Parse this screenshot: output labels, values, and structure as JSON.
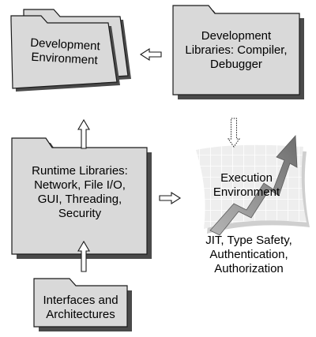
{
  "diagram": {
    "nodes": {
      "development_environment": {
        "lines": [
          "Development",
          "Environment"
        ]
      },
      "development_libraries": {
        "lines": [
          "Development",
          "Libraries: Compiler,",
          "Debugger"
        ]
      },
      "runtime_libraries": {
        "lines": [
          "Runtime Libraries:",
          "Network, File I/O,",
          "GUI, Threading,",
          "Security"
        ]
      },
      "execution_environment": {
        "lines": [
          "Execution",
          "Environment"
        ],
        "caption_lines": [
          "JIT, Type Safety,",
          "Authentication,",
          "Authorization"
        ]
      },
      "interfaces_architectures": {
        "lines": [
          "Interfaces and",
          "Architectures"
        ]
      }
    },
    "edges": [
      {
        "from": "development_libraries",
        "to": "development_environment",
        "style": "solid"
      },
      {
        "from": "development_libraries",
        "to": "execution_environment",
        "style": "dotted"
      },
      {
        "from": "runtime_libraries",
        "to": "development_environment",
        "style": "solid"
      },
      {
        "from": "runtime_libraries",
        "to": "execution_environment",
        "style": "solid"
      },
      {
        "from": "interfaces_architectures",
        "to": "runtime_libraries",
        "style": "solid"
      }
    ],
    "colors": {
      "folder_fill": "#d9d9d9",
      "folder_stroke": "#1a1a1a",
      "shadow": "#4a4a4a",
      "grid_fill": "#eeeeee",
      "grid_line": "#ffffff",
      "trend_arrow": "#8a8a8a"
    },
    "icons": {
      "folder": "folder-icon",
      "stacked_folder": "stacked-folder-icon",
      "chart": "growth-chart-icon"
    }
  }
}
